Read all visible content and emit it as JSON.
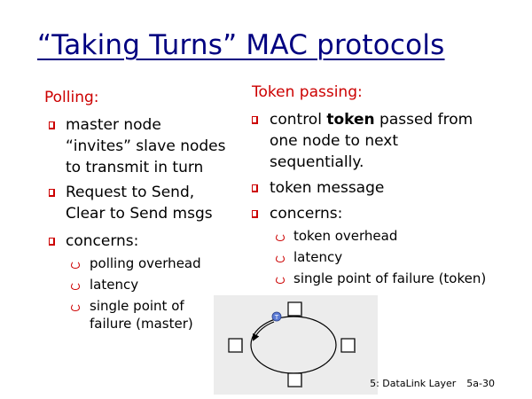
{
  "title": "“Taking Turns” MAC protocols",
  "left": {
    "heading": "Polling:",
    "bullets": [
      [
        "master node",
        "“invites” slave nodes",
        "to transmit in turn"
      ],
      [
        "Request to Send,",
        "Clear to Send msgs"
      ],
      [
        "concerns:"
      ]
    ],
    "sub_bullets": [
      [
        "polling overhead"
      ],
      [
        "latency"
      ],
      [
        "single point of",
        "failure (master)"
      ]
    ]
  },
  "right": {
    "heading": "Token passing:",
    "bullet1_prefix": "control ",
    "bullet1_bold": "token",
    "bullet1_suffix": " passed from",
    "bullet1_lines": [
      "one node to next",
      "sequentially."
    ],
    "bullet2": "token message",
    "bullet3": "concerns:",
    "sub_bullets": [
      "token overhead",
      "latency",
      "single point of failure (token)"
    ]
  },
  "diagram": {
    "token_label": "T"
  },
  "footer": {
    "chapter": "5: DataLink Layer",
    "page": "5a-30"
  },
  "colors": {
    "title": "#000080",
    "heading": "#cc0000",
    "bullet": "#cc0000",
    "diagram_bg": "#ececec"
  }
}
